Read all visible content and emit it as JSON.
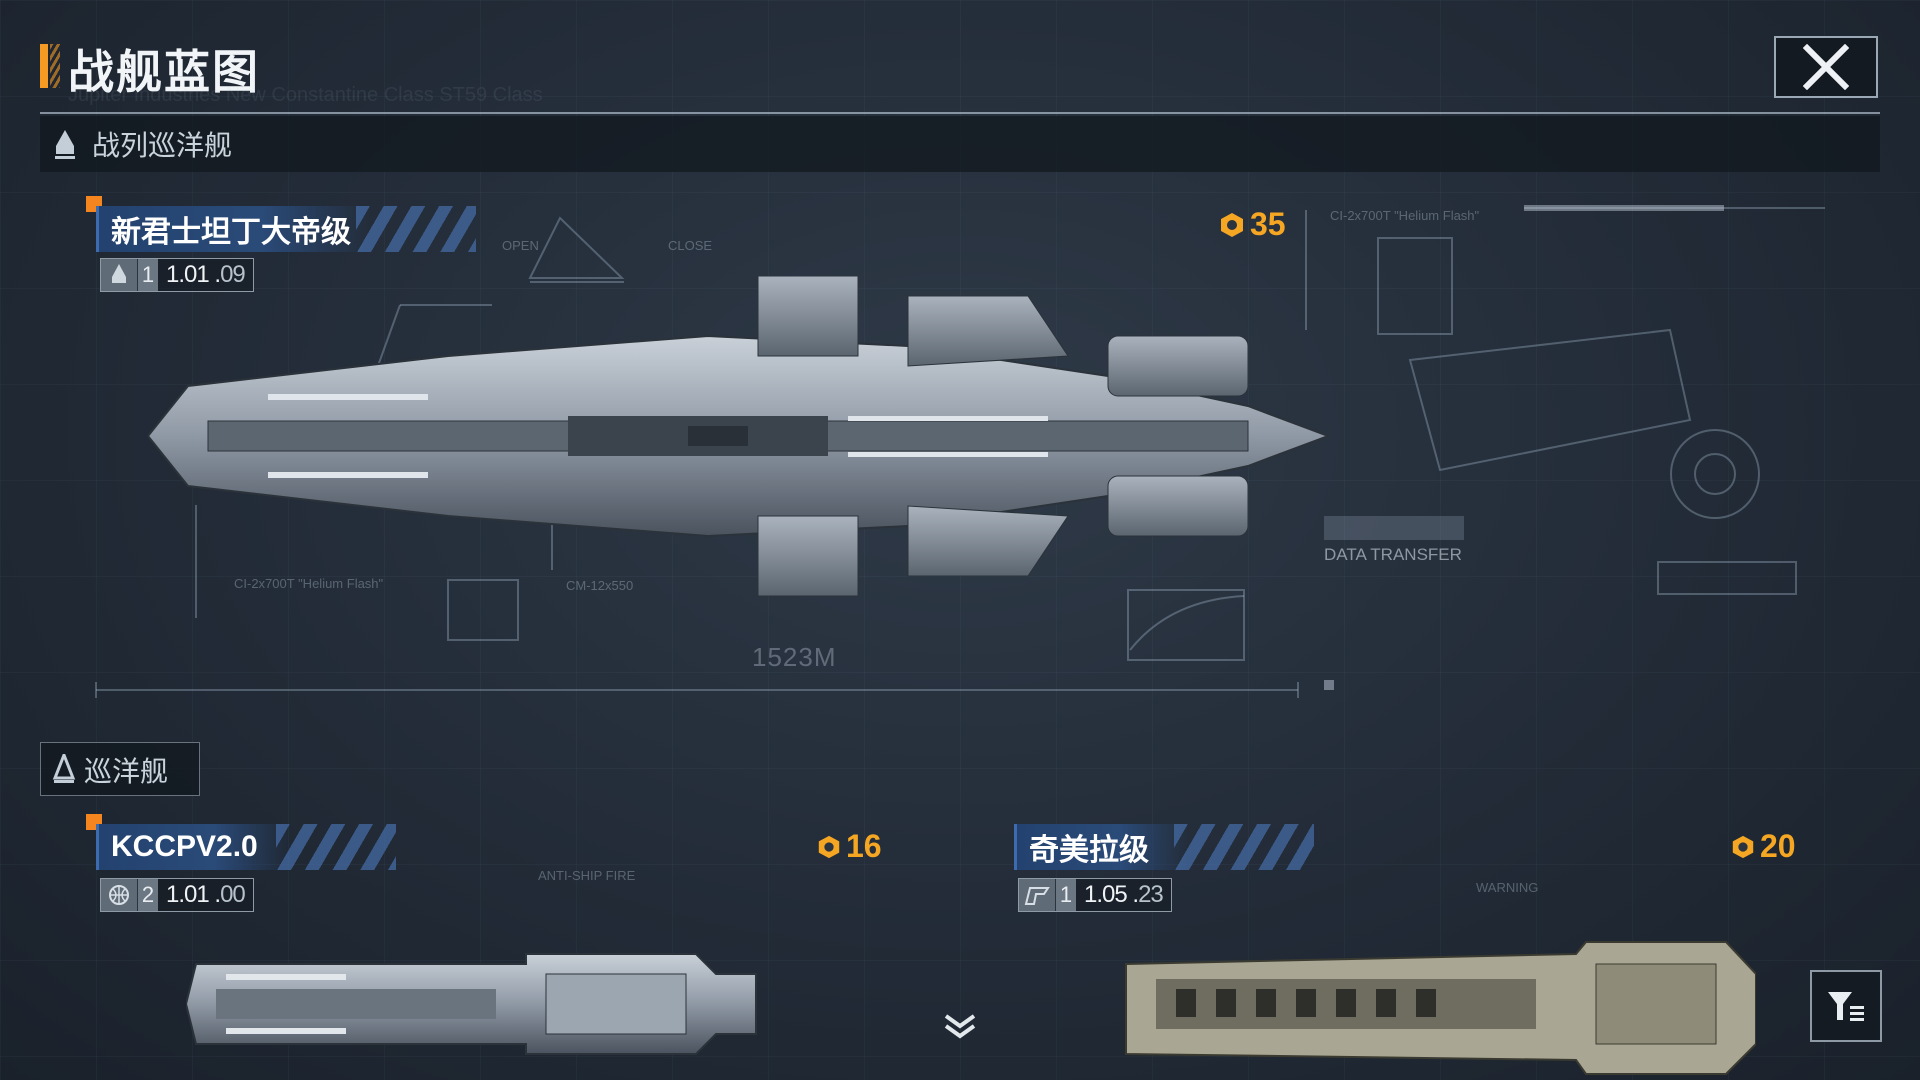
{
  "header": {
    "title": "战舰蓝图",
    "subtitle": "Jupiter Industries New Constantine Class ST59 Class"
  },
  "categories": [
    {
      "label": "战列巡洋舰",
      "icon": "battlecruiser-icon"
    },
    {
      "label": "巡洋舰",
      "icon": "cruiser-icon"
    }
  ],
  "ships": [
    {
      "name": "新君士坦丁大帝级",
      "tier": "1",
      "version": "1.01",
      "version_sub": "09",
      "cost": "35",
      "length": "1523M",
      "icon": "battlecruiser-icon"
    },
    {
      "name": "KCCPV2.0",
      "tier": "2",
      "version": "1.01",
      "version_sub": "00",
      "cost": "16",
      "icon": "globe-icon"
    },
    {
      "name": "奇美拉级",
      "tier": "1",
      "version": "1.05",
      "version_sub": "23",
      "cost": "20",
      "icon": "wing-icon"
    }
  ],
  "blueprint": {
    "open": "OPEN",
    "close": "CLOSE",
    "helium_flash": "CI-2x700T \"Helium Flash\"",
    "data_transfer": "DATA TRANSFER",
    "warning": "WARNING",
    "anti_ship": "ANTI-SHIP FIRE",
    "cm_label": "CM-12x550"
  },
  "colors": {
    "accent": "#f59a23",
    "cost": "#f5a623",
    "plate": "#2a4a78"
  }
}
